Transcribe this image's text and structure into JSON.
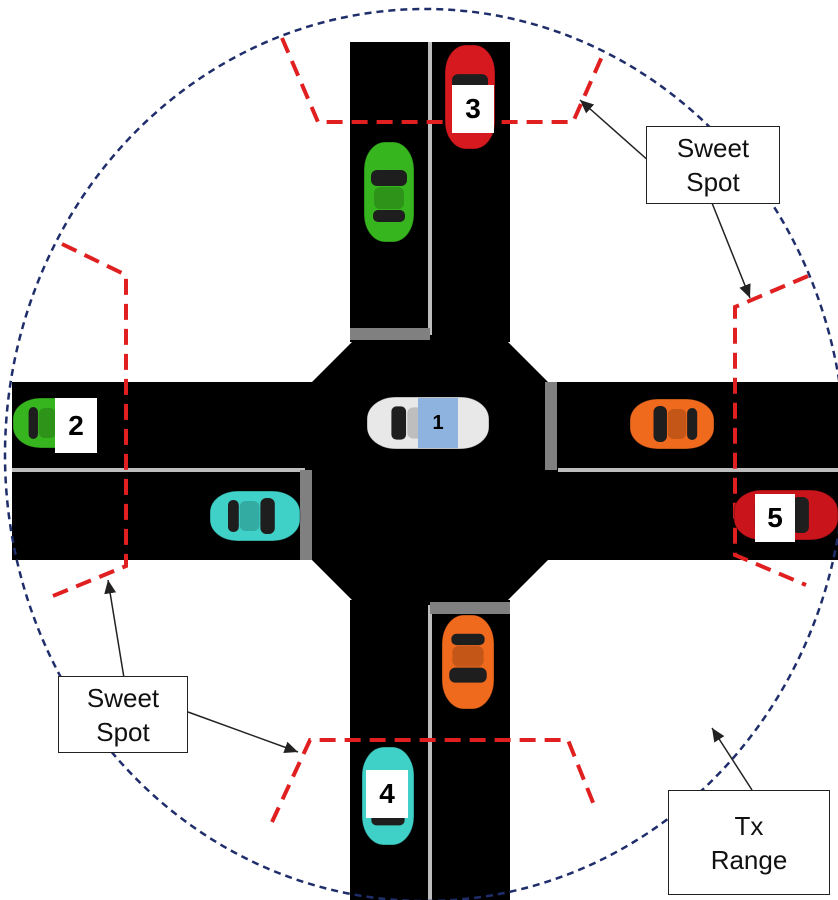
{
  "colors": {
    "road": "#000000",
    "lane_line": "#bdbdbd",
    "curb": "#808080",
    "sweet_spot": "#e02020",
    "tx_range": "#1f2e6b",
    "ego_tag": "#8fb3df"
  },
  "vehicles": [
    {
      "id": "1",
      "color": "#e8e8e8",
      "label": "1"
    },
    {
      "id": "2",
      "color": "#37b51f",
      "label": "2"
    },
    {
      "id": "3",
      "color": "#d6191f",
      "label": "3"
    },
    {
      "id": "4",
      "color": "#3fd1c7",
      "label": "4"
    },
    {
      "id": "5",
      "color": "#c8141a",
      "label": "5"
    },
    {
      "id": "green-north",
      "color": "#37b51f",
      "label": ""
    },
    {
      "id": "cyan-west",
      "color": "#3fd1c7",
      "label": ""
    },
    {
      "id": "orange-east",
      "color": "#f06a1e",
      "label": ""
    },
    {
      "id": "orange-south",
      "color": "#f06a1e",
      "label": ""
    }
  ],
  "callouts": {
    "sweet_spot_top": {
      "line1": "Sweet",
      "line2": "Spot"
    },
    "sweet_spot_bottom": {
      "line1": "Sweet",
      "line2": "Spot"
    },
    "tx_range": {
      "line1": "Tx",
      "line2": "Range"
    }
  }
}
